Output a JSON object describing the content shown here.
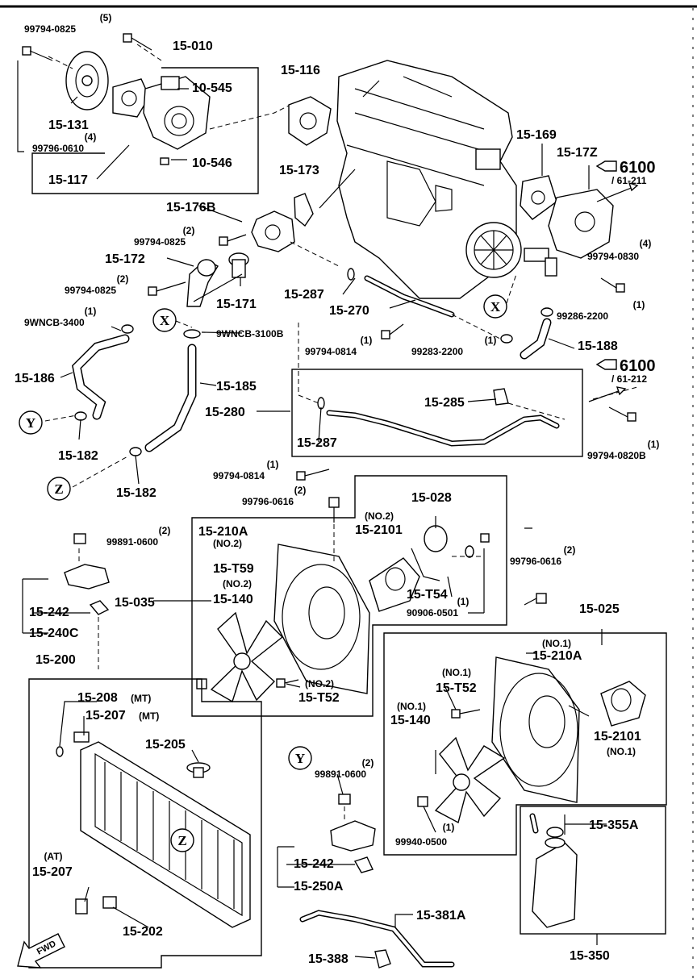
{
  "diagram": {
    "engine_block": "",
    "labels": {
      "l1": {
        "count": "(5)",
        "code": "99794-0825"
      },
      "l2": "15-010",
      "l3": "10-545",
      "l4": "15-116",
      "l5": "15-131",
      "l6": {
        "count": "(4)",
        "code": "99796-0610"
      },
      "l7": "15-117",
      "l8": "10-546",
      "l9": "15-173",
      "l10": "15-169",
      "l11": "15-17Z",
      "l12": {
        "ref": "6100",
        "sub": "/ 61-211"
      },
      "l13": "15-176B",
      "l14": {
        "count": "(2)",
        "code": "99794-0825"
      },
      "l15": "15-172",
      "l16": {
        "count": "(2)",
        "code": "99794-0825"
      },
      "l17": "15-171",
      "l18": "15-287",
      "l19": "15-270",
      "l20": {
        "count": "(4)",
        "code": "99794-0830"
      },
      "l21": {
        "count": "(1)",
        "code": "99286-2200"
      },
      "l22": {
        "count": "(1)",
        "code": "9WNCB-3400"
      },
      "l23": "9WNCB-3100B",
      "l24": {
        "count": "(1)",
        "code": "99794-0814"
      },
      "l25": {
        "count": "(1)",
        "code": "99283-2200"
      },
      "l26": "15-188",
      "l27": {
        "ref": "6100",
        "sub": "/ 61-212"
      },
      "l28": "15-186",
      "l29": "15-185",
      "l30": "15-280",
      "l31": "15-285",
      "l32": "15-287",
      "l33": {
        "count": "(1)",
        "code": "99794-0820B"
      },
      "l34": "15-182",
      "l35": "15-182",
      "l36": {
        "count": "(1)",
        "code": "99794-0814"
      },
      "l37": {
        "count": "(2)",
        "code": "99796-0616"
      },
      "l38": "15-028",
      "l39": {
        "note": "(NO.2)",
        "part": "15-2101"
      },
      "l40": {
        "part": "15-210A",
        "note": "(NO.2)"
      },
      "l41": {
        "count": "(2)",
        "code": "99891-0600"
      },
      "l42": {
        "part": "15-T59",
        "note": "(NO.2)",
        "part2": "15-140"
      },
      "l43": "15-035",
      "l44": "15-T54",
      "l45": {
        "count": "(1)",
        "code": "90906-0501"
      },
      "l46": {
        "count": "(2)",
        "code": "99796-0616"
      },
      "l47": "15-242",
      "l48": "15-240C",
      "l49": "15-025",
      "l50": {
        "note": "(NO.2)",
        "part": "15-T52"
      },
      "l51": "15-200",
      "l52": {
        "part": "15-208",
        "note": "(MT)"
      },
      "l53": {
        "part": "15-207",
        "note": "(MT)"
      },
      "l54": {
        "note": "(NO.1)",
        "part": "15-210A"
      },
      "l55": {
        "note": "(NO.1)",
        "part": "15-T52"
      },
      "l56": {
        "note": "(NO.1)",
        "part": "15-140"
      },
      "l57": {
        "part": "15-2101",
        "note": "(NO.1)"
      },
      "l58": "15-205",
      "l59": {
        "count": "(2)",
        "code": "99891-0600"
      },
      "l60": {
        "count": "(1)",
        "code": "99940-0500"
      },
      "l61": {
        "note": "(AT)",
        "part": "15-207"
      },
      "l62": "15-242",
      "l63": "15-250A",
      "l64": "15-355A",
      "l65": "15-202",
      "l66": "15-381A",
      "l67": "15-388",
      "l68": "15-350"
    },
    "callouts": {
      "x1": "X",
      "x2": "X",
      "y1": "Y",
      "y2": "Y",
      "z1": "Z",
      "z2": "Z"
    },
    "fwd": "FWD"
  }
}
